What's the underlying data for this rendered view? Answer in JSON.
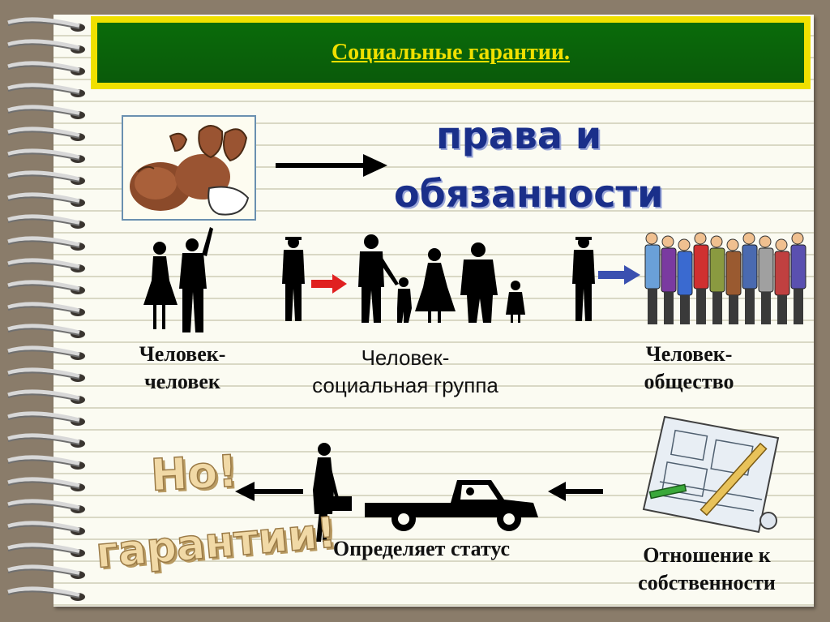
{
  "slide": {
    "title": "Социальные гарантии.",
    "rights": {
      "line1": "права и",
      "line2": "обязанности"
    },
    "labels": {
      "person_person": {
        "line1": "Человек-",
        "line2": "человек"
      },
      "person_group": {
        "line1": "Человек-",
        "line2": "социальная группа"
      },
      "person_society": {
        "line1": "Человек-",
        "line2": "общество"
      },
      "status": "Определяет статус",
      "property": {
        "line1": "Отношение к",
        "line2": "собственности"
      }
    },
    "wordart": {
      "but": "Но!",
      "guarantees": "гарантии!"
    }
  },
  "colors": {
    "title_bg": "#0a6b0a",
    "title_border": "#f0e000",
    "title_text": "#f0e000",
    "rights_text": "#1a2f8a",
    "red_arrow": "#e02020",
    "blue_arrow": "#3a50b0"
  },
  "icons": [
    "baby-clipart",
    "couple-silhouette",
    "family-silhouette",
    "crowd-clipart",
    "woman-briefcase-silhouette",
    "car-silhouette",
    "blueprint-clipart",
    "spiral-binding"
  ]
}
